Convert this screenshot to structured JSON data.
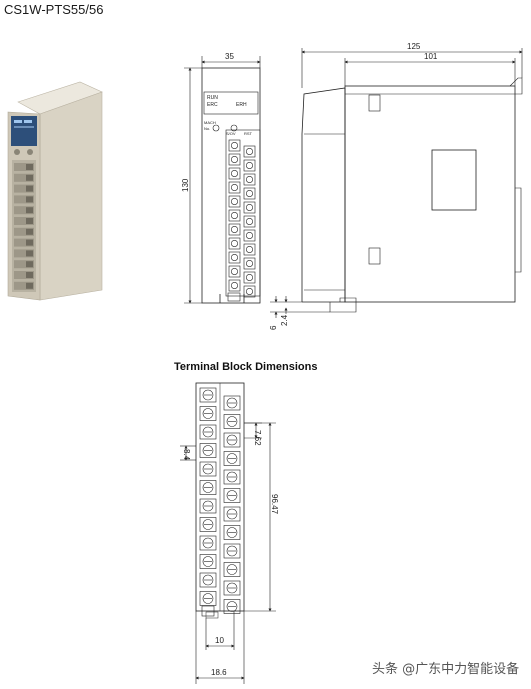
{
  "page": {
    "title": "CS1W-PTS55/56",
    "terminal_block_title": "Terminal Block Dimensions",
    "watermark": "头条 @广东中力智能设备"
  },
  "front_view": {
    "panel_labels": [
      "RUN",
      "ERC",
      "ERH"
    ],
    "small_labels": [
      "MACH",
      "No.",
      "S/OV",
      "RST"
    ],
    "dims": {
      "width": "35",
      "height": "130"
    }
  },
  "side_view": {
    "dims": {
      "overall": "125",
      "body": "101",
      "bottom_a": "6",
      "bottom_b": "2.4"
    }
  },
  "terminal_block": {
    "dims": {
      "pitch_v": "7.62",
      "pitch_h": "8.4",
      "height": "96.47",
      "width_a": "10",
      "width_b": "18.6"
    }
  },
  "colors": {
    "line": "#222222",
    "module_body": "#d9d3c4",
    "module_shadow": "#b9b2a2",
    "panel_blue": "#2d4f7a"
  }
}
